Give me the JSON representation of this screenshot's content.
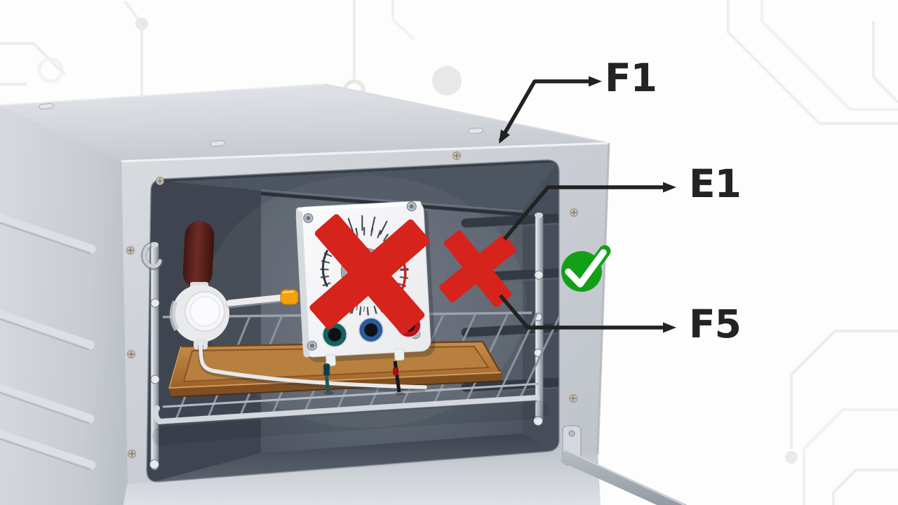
{
  "figure": {
    "type": "technical-illustration",
    "subject": "Open oven containing a temperature probe and an analog meter, with placement callouts"
  },
  "callouts": [
    {
      "label": "F1"
    },
    {
      "label": "E1"
    },
    {
      "label": "F5"
    }
  ],
  "markers": {
    "prohibited": {
      "icon": "red-x-icon",
      "count": 2,
      "color": "#d6231c"
    },
    "approved": {
      "icon": "green-check-icon",
      "count": 1,
      "color": "#12a019"
    }
  },
  "colors": {
    "background": "#fdfdfe",
    "label_text": "#222325",
    "arrow": "#222222",
    "oven_body_gray": "#c9cdd3",
    "oven_interior_gray": "#4a515c",
    "tray_brown": "#a86a2e",
    "probe_handle_maroon": "#5d241e",
    "connector_yellow": "#f2a20b",
    "jack_teal": "#14625e",
    "jack_blue": "#2a5c9c",
    "jack_red": "#b5141b"
  }
}
